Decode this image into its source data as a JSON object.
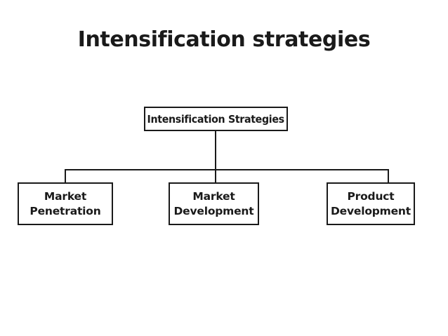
{
  "slide": {
    "title": "Intensification strategies",
    "background_color": "#ffffff",
    "ink_color": "#1a1a1a"
  },
  "diagram": {
    "type": "org-chart",
    "root": {
      "label": "Intensification Strategies"
    },
    "children": [
      {
        "label_line1": "Market",
        "label_line2": "Penetration"
      },
      {
        "label_line1": "Market",
        "label_line2": "Development"
      },
      {
        "label_line1": "Product",
        "label_line2": "Development"
      }
    ]
  }
}
